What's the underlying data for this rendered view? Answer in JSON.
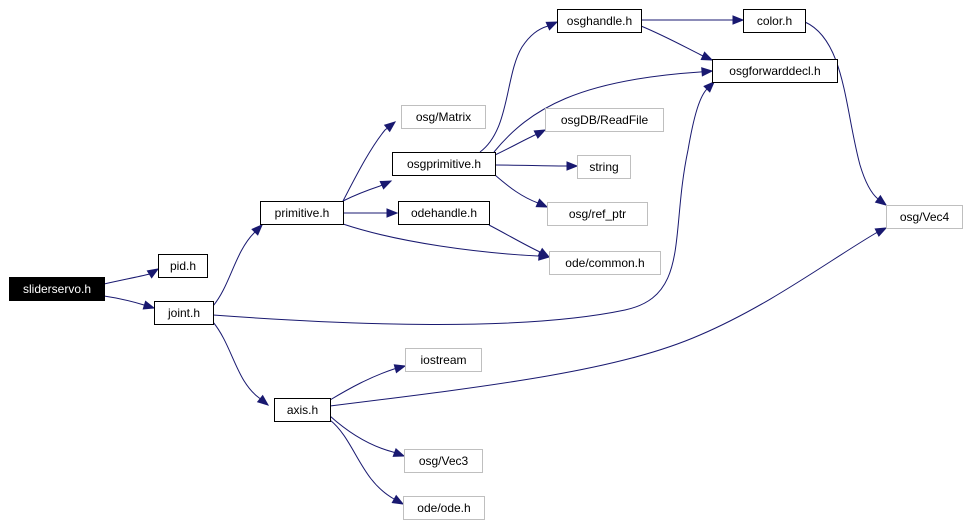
{
  "colors": {
    "edge": "#191970",
    "node_border": "#000000",
    "external_border": "#bfbfbf",
    "external_text": "#000000",
    "root_fill": "#000000",
    "root_text": "#ffffff"
  },
  "nodes": {
    "sliderservo": {
      "label": "sliderservo.h",
      "kind": "root"
    },
    "pid": {
      "label": "pid.h",
      "kind": "internal"
    },
    "joint": {
      "label": "joint.h",
      "kind": "internal"
    },
    "primitive": {
      "label": "primitive.h",
      "kind": "internal"
    },
    "axis": {
      "label": "axis.h",
      "kind": "internal"
    },
    "osgmatrix": {
      "label": "osg/Matrix",
      "kind": "external"
    },
    "osgprimitive": {
      "label": "osgprimitive.h",
      "kind": "internal"
    },
    "odehandle": {
      "label": "odehandle.h",
      "kind": "internal"
    },
    "osghandle": {
      "label": "osghandle.h",
      "kind": "internal"
    },
    "colorh": {
      "label": "color.h",
      "kind": "internal"
    },
    "osgforwarddecl": {
      "label": "osgforwarddecl.h",
      "kind": "internal"
    },
    "osgdbreadfile": {
      "label": "osgDB/ReadFile",
      "kind": "external"
    },
    "string": {
      "label": "string",
      "kind": "external"
    },
    "osgrefptr": {
      "label": "osg/ref_ptr",
      "kind": "external"
    },
    "odecommon": {
      "label": "ode/common.h",
      "kind": "external"
    },
    "osgvec4": {
      "label": "osg/Vec4",
      "kind": "external"
    },
    "iostream": {
      "label": "iostream",
      "kind": "external"
    },
    "osgvec3": {
      "label": "osg/Vec3",
      "kind": "external"
    },
    "odeode": {
      "label": "ode/ode.h",
      "kind": "external"
    }
  },
  "edges": [
    [
      "sliderservo",
      "pid"
    ],
    [
      "sliderservo",
      "joint"
    ],
    [
      "joint",
      "primitive"
    ],
    [
      "joint",
      "osgforwarddecl"
    ],
    [
      "joint",
      "axis"
    ],
    [
      "primitive",
      "osgmatrix"
    ],
    [
      "primitive",
      "osgprimitive"
    ],
    [
      "primitive",
      "odehandle"
    ],
    [
      "primitive",
      "odecommon"
    ],
    [
      "osgprimitive",
      "osghandle"
    ],
    [
      "osgprimitive",
      "osgforwarddecl"
    ],
    [
      "osgprimitive",
      "osgdbreadfile"
    ],
    [
      "osgprimitive",
      "string"
    ],
    [
      "osgprimitive",
      "osgrefptr"
    ],
    [
      "odehandle",
      "odecommon"
    ],
    [
      "osghandle",
      "colorh"
    ],
    [
      "osghandle",
      "osgforwarddecl"
    ],
    [
      "colorh",
      "osgvec4"
    ],
    [
      "axis",
      "iostream"
    ],
    [
      "axis",
      "osgvec4"
    ],
    [
      "axis",
      "osgvec3"
    ],
    [
      "axis",
      "odeode"
    ]
  ]
}
